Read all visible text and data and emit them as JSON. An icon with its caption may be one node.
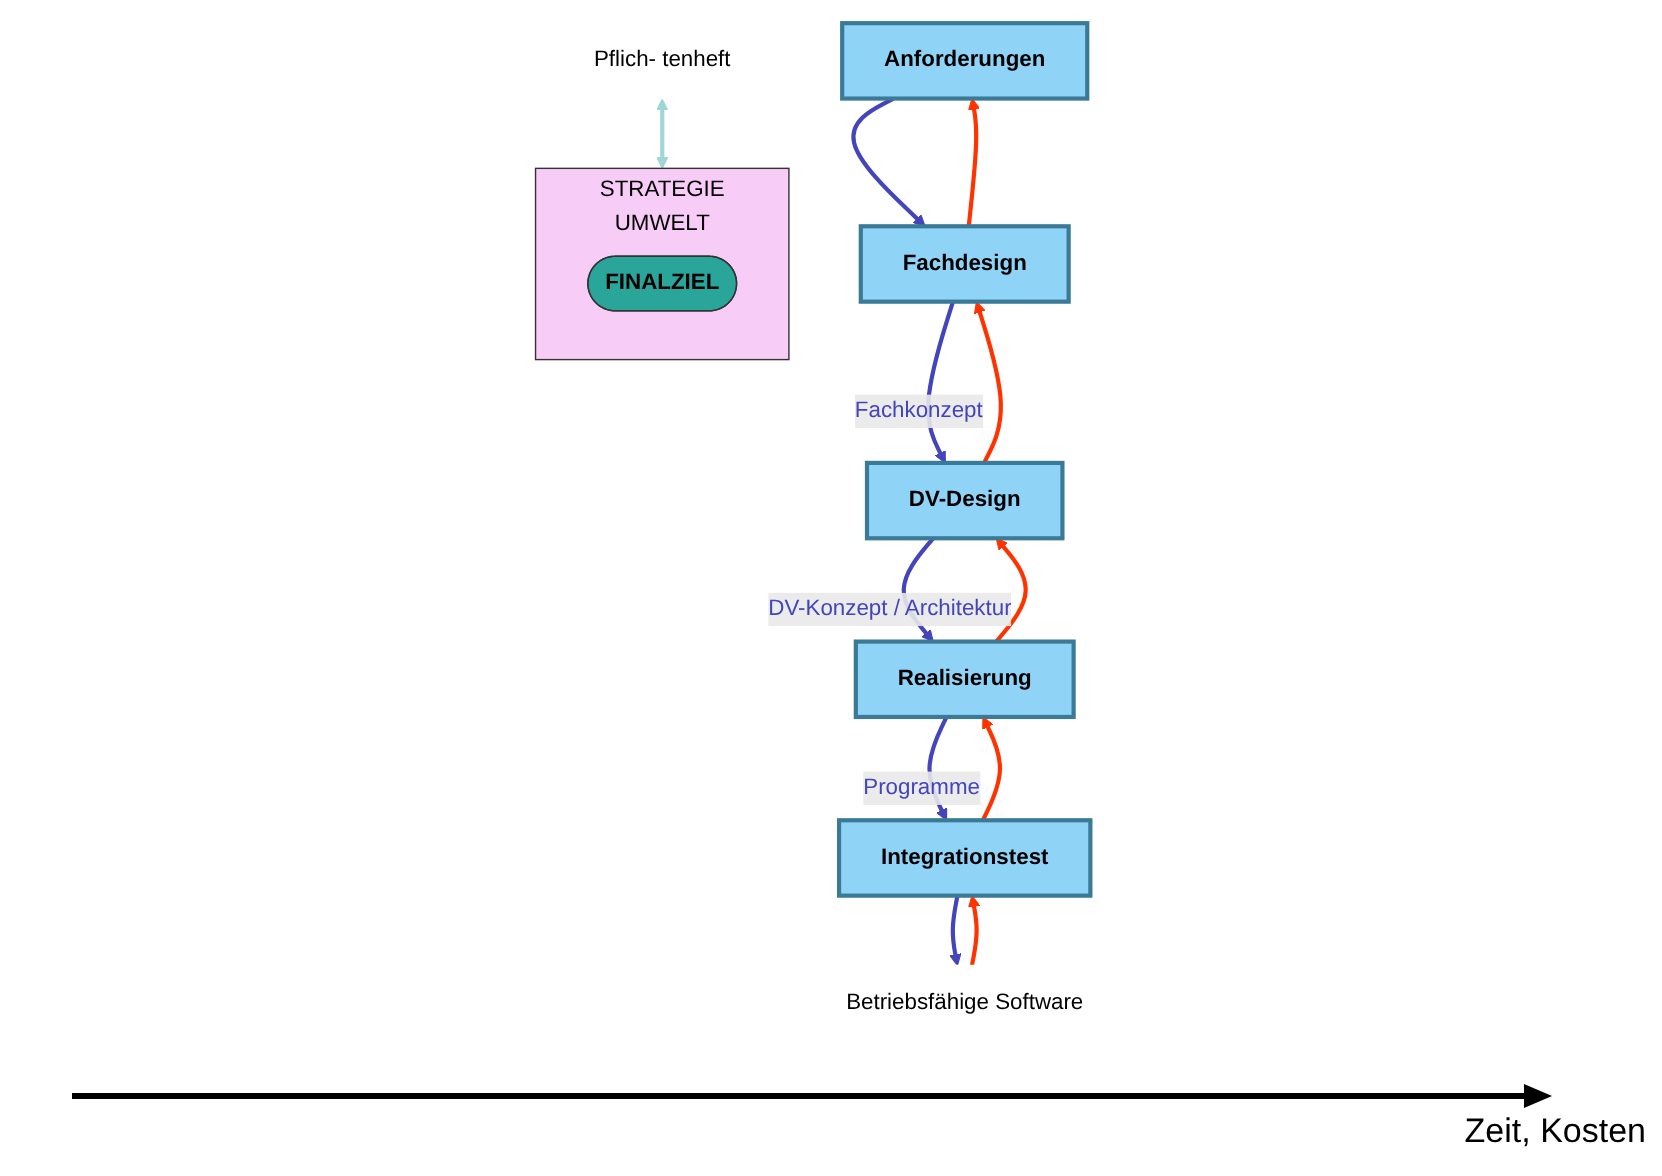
{
  "diagram": {
    "nodes": [
      {
        "text": [
          "Anforderungen"
        ]
      },
      {
        "text": [
          "Fachdesign"
        ]
      },
      {
        "text": [
          "DV-Design"
        ]
      },
      {
        "text": [
          "Realisierung"
        ]
      },
      {
        "text": [
          "Integrationstest"
        ]
      },
      {
        "text": [
          "Pflich- tenheft"
        ]
      },
      {
        "text": [
          "Betriebsfähige Software"
        ]
      },
      {
        "text": [
          "STRATEGIE",
          "UMWELT"
        ]
      },
      {
        "text": [
          "FINALZIEL"
        ],
        "in": 7
      }
    ],
    "edges": [
      {
        "from": 0,
        "to": 1,
        "arrow": "to",
        "color": "#4444bb"
      },
      {
        "from": 1,
        "to": 2,
        "arrow": "to",
        "label": "Fachkonzept",
        "color": "#4444bb"
      },
      {
        "from": 2,
        "to": 3,
        "arrow": "to",
        "label": "DV-Konzept / Architektur",
        "color": "#4444bb"
      },
      {
        "from": 3,
        "to": 4,
        "arrow": "to",
        "label": "Programme",
        "color": "#4444bb"
      },
      {
        "from": 4,
        "to": 6,
        "arrow": "to",
        "color": "#4444bb"
      },
      {
        "from": 1,
        "to": 0,
        "arrow": "to",
        "color": "#ff3300"
      },
      {
        "from": 2,
        "to": 1,
        "arrow": "to",
        "color": "#ff3300"
      },
      {
        "from": 3,
        "to": 2,
        "arrow": "to",
        "color": "#ff3300"
      },
      {
        "from": 4,
        "to": 3,
        "arrow": "to",
        "color": "#ff3300"
      },
      {
        "from": 6,
        "to": 4,
        "arrow": "to",
        "color": "#ff3300"
      },
      {
        "from": 5,
        "to": 7,
        "arrow": "both",
        "color": "#9fd6d6"
      }
    ],
    "labels": [
      "Zeit, Kosten"
    ]
  }
}
